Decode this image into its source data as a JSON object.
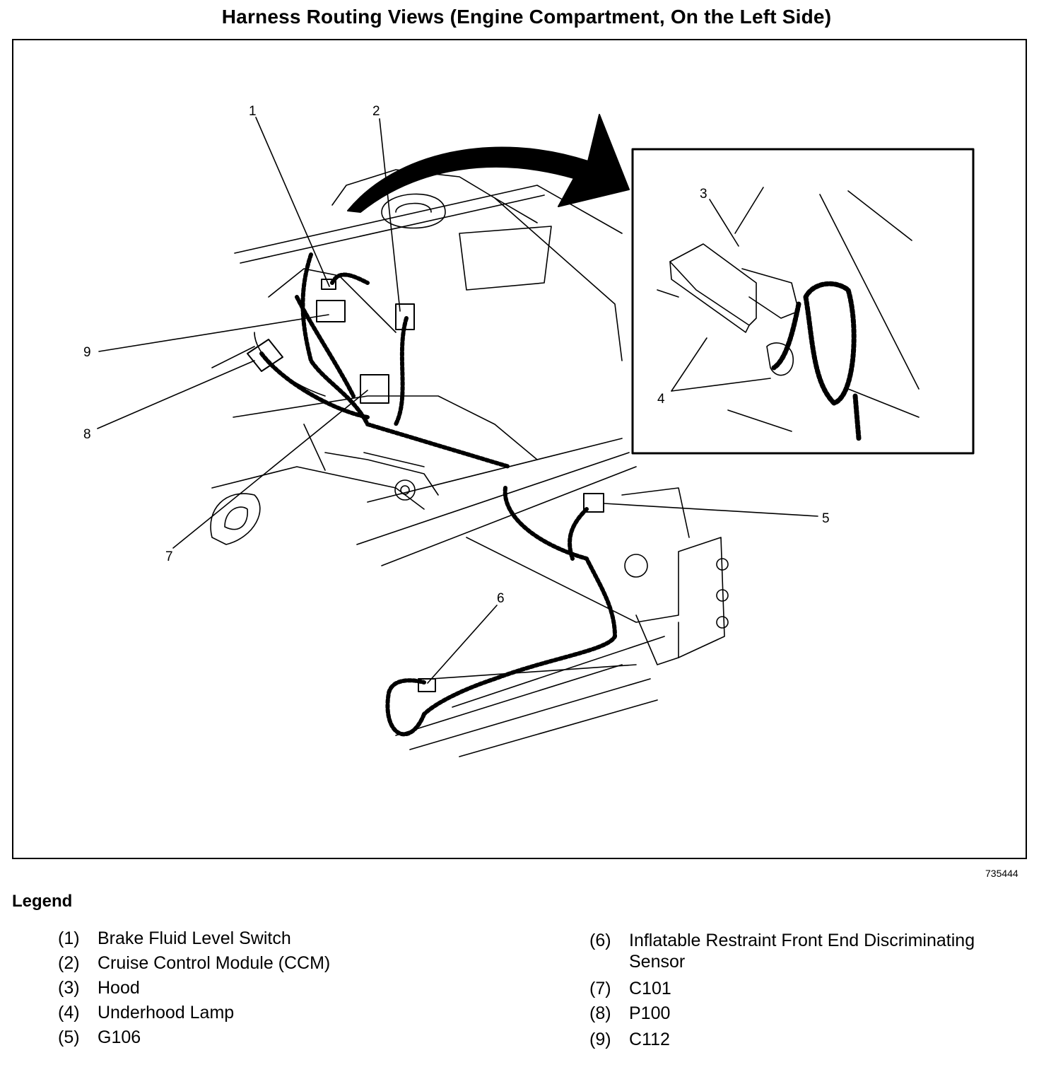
{
  "title": "Harness Routing Views (Engine Compartment, On the Left Side)",
  "figure_id": "735444",
  "legend": {
    "heading": "Legend",
    "items": [
      {
        "num": "(1)",
        "label": "Brake Fluid Level Switch"
      },
      {
        "num": "(2)",
        "label": "Cruise Control Module (CCM)"
      },
      {
        "num": "(3)",
        "label": "Hood"
      },
      {
        "num": "(4)",
        "label": "Underhood Lamp"
      },
      {
        "num": "(5)",
        "label": "G106"
      },
      {
        "num": "(6)",
        "label": "Inflatable Restraint Front End Discriminating",
        "label2": "Sensor"
      },
      {
        "num": "(7)",
        "label": "C101"
      },
      {
        "num": "(8)",
        "label": "P100"
      },
      {
        "num": "(9)",
        "label": "C112"
      }
    ]
  },
  "callouts": [
    "1",
    "2",
    "3",
    "4",
    "5",
    "6",
    "7",
    "8",
    "9"
  ]
}
